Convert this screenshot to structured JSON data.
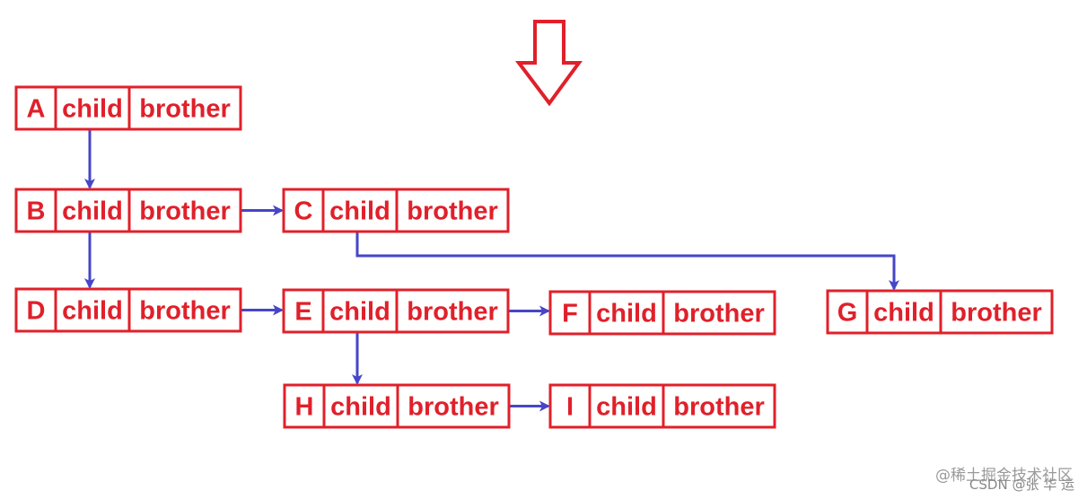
{
  "colors": {
    "node_stroke": "#e0202a",
    "node_text": "#e0202a",
    "arrow": "#4646c8",
    "down_arrow": "#e0202a"
  },
  "nodes": [
    {
      "id": "A",
      "label": "A",
      "child": "child",
      "brother": "brother"
    },
    {
      "id": "B",
      "label": "B",
      "child": "child",
      "brother": "brother"
    },
    {
      "id": "C",
      "label": "C",
      "child": "child",
      "brother": "brother"
    },
    {
      "id": "D",
      "label": "D",
      "child": "child",
      "brother": "brother"
    },
    {
      "id": "E",
      "label": "E",
      "child": "child",
      "brother": "brother"
    },
    {
      "id": "F",
      "label": "F",
      "child": "child",
      "brother": "brother"
    },
    {
      "id": "G",
      "label": "G",
      "child": "child",
      "brother": "brother"
    },
    {
      "id": "H",
      "label": "H",
      "child": "child",
      "brother": "brother"
    },
    {
      "id": "I",
      "label": "I",
      "child": "child",
      "brother": "brother"
    }
  ],
  "edges": [
    {
      "from": "A",
      "to": "B",
      "type": "child"
    },
    {
      "from": "B",
      "to": "C",
      "type": "brother"
    },
    {
      "from": "B",
      "to": "D",
      "type": "child"
    },
    {
      "from": "C",
      "to": "G",
      "type": "child"
    },
    {
      "from": "D",
      "to": "E",
      "type": "brother"
    },
    {
      "from": "E",
      "to": "F",
      "type": "brother"
    },
    {
      "from": "E",
      "to": "H",
      "type": "child"
    },
    {
      "from": "H",
      "to": "I",
      "type": "brother"
    }
  ],
  "watermark": {
    "line1": "@稀土掘金技术社区",
    "line2": "CSDN @张 华 运"
  }
}
